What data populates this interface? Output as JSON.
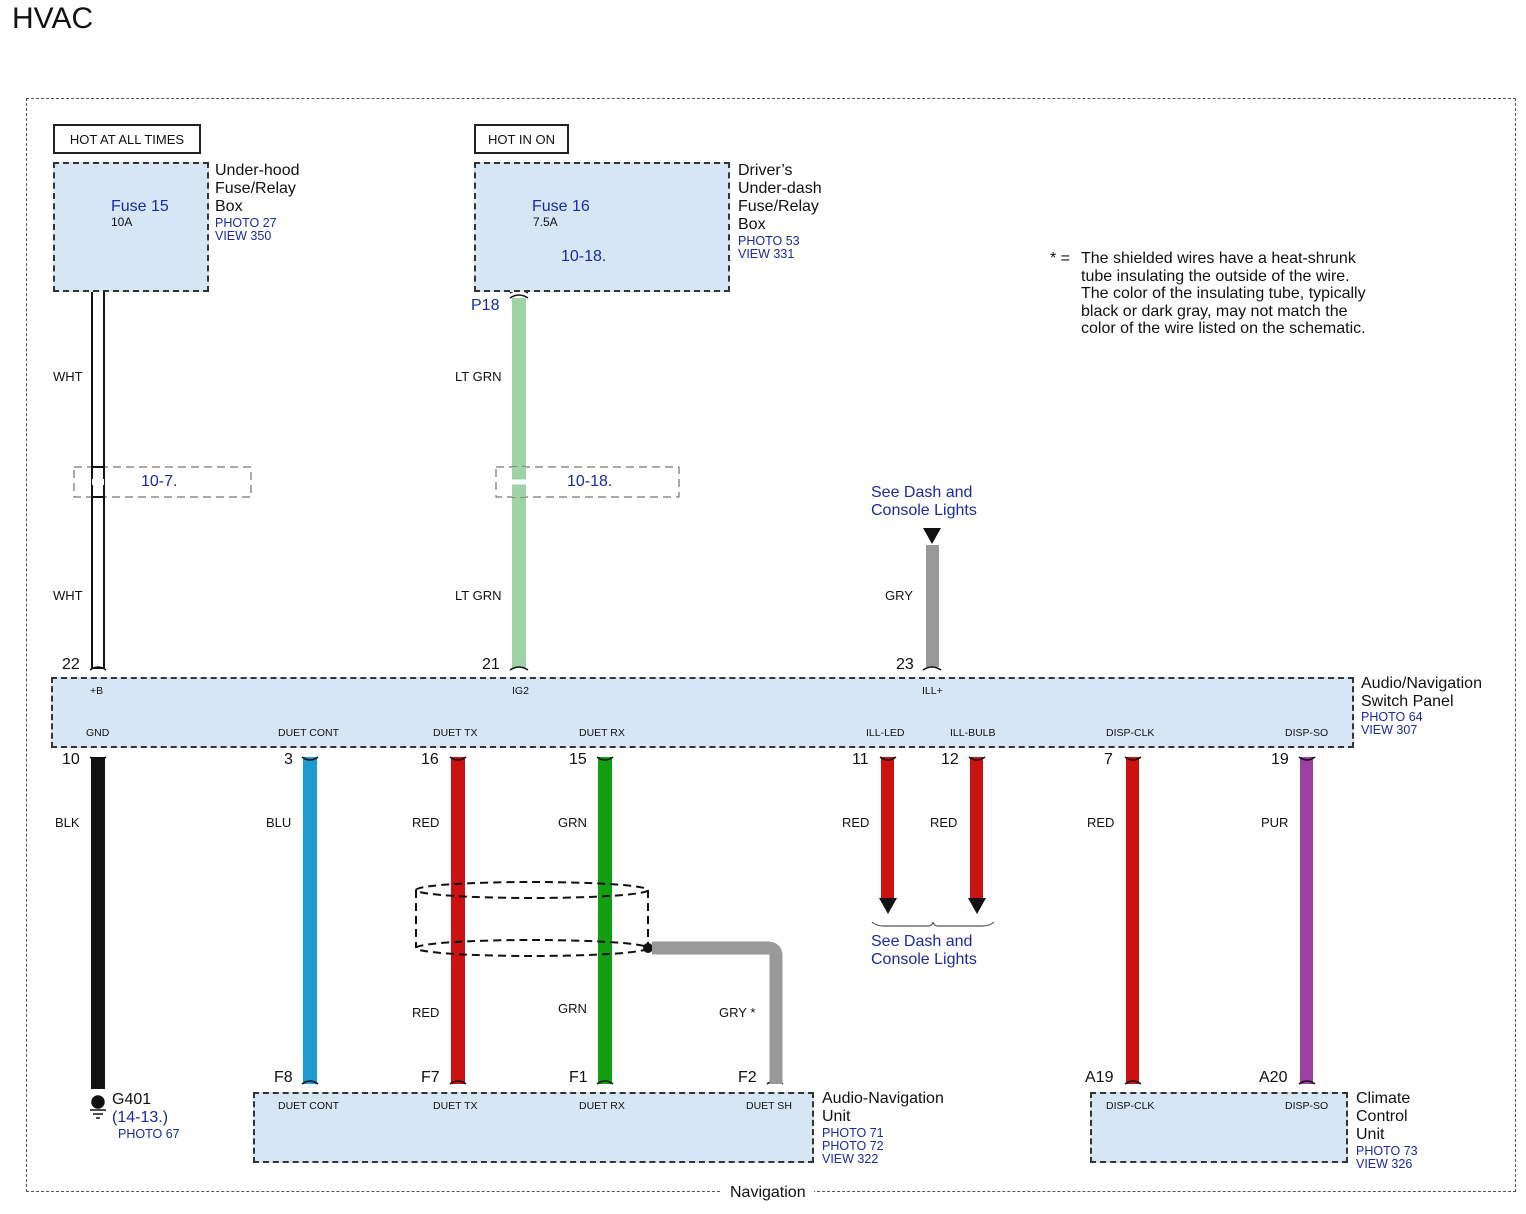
{
  "page_title": "HVAC",
  "footer": "Navigation",
  "note": {
    "mark": "* =",
    "lines": [
      "The shielded wires have a heat-shrunk",
      "tube insulating the outside of the wire.",
      "The color of the insulating tube, typically",
      "black or dark gray, may not match the",
      "color of the wire listed on the schematic."
    ]
  },
  "power": [
    {
      "hot_label": "HOT AT ALL TIMES",
      "fuse": "Fuse 15",
      "rating": "10A",
      "box_name": [
        "Under-hood",
        "Fuse/Relay",
        "Box"
      ],
      "refs": [
        "PHOTO 27",
        "VIEW 350"
      ]
    },
    {
      "hot_label": "HOT IN ON",
      "fuse": "Fuse 16",
      "rating": "7.5A",
      "box_name": [
        "Driver’s",
        "Under-dash",
        "Fuse/Relay",
        "Box"
      ],
      "refs": [
        "PHOTO 53",
        "VIEW 331"
      ],
      "branch_ref": "10-18.",
      "connector": "P18"
    }
  ],
  "splice_refs": [
    "10-7.",
    "10-18."
  ],
  "see_dash": [
    "See Dash and",
    "Console Lights"
  ],
  "switch_panel": {
    "name": [
      "Audio/Navigation",
      "Switch Panel"
    ],
    "refs": [
      "PHOTO 64",
      "VIEW 307"
    ],
    "top_terminals": [
      {
        "pin": "22",
        "term": "+B",
        "color": "WHT"
      },
      {
        "pin": "21",
        "term": "IG2",
        "color": "LT GRN"
      },
      {
        "pin": "23",
        "term": "ILL+",
        "color": "GRY"
      }
    ],
    "bottom_terminals": [
      {
        "pin": "10",
        "term": "GND",
        "color": "BLK"
      },
      {
        "pin": "3",
        "term": "DUET CONT",
        "color": "BLU"
      },
      {
        "pin": "16",
        "term": "DUET TX",
        "color": "RED"
      },
      {
        "pin": "15",
        "term": "DUET RX",
        "color": "GRN"
      },
      {
        "pin": "11",
        "term": "ILL-LED",
        "color": "RED"
      },
      {
        "pin": "12",
        "term": "ILL-BULB",
        "color": "RED"
      },
      {
        "pin": "7",
        "term": "DISP-CLK",
        "color": "RED"
      },
      {
        "pin": "19",
        "term": "DISP-SO",
        "color": "PUR"
      }
    ]
  },
  "ground": {
    "name": "G401",
    "ref": "(14-13.)",
    "photo": "PHOTO 67"
  },
  "lower_wire_colors": {
    "tx": "RED",
    "rx": "GRN",
    "shield": "GRY *"
  },
  "audio_nav_unit": {
    "name": [
      "Audio-Navigation",
      "Unit"
    ],
    "refs": [
      "PHOTO 71",
      "PHOTO 72",
      "VIEW 322"
    ],
    "terminals": [
      {
        "pin": "F8",
        "term": "DUET CONT"
      },
      {
        "pin": "F7",
        "term": "DUET TX"
      },
      {
        "pin": "F1",
        "term": "DUET RX"
      },
      {
        "pin": "F2",
        "term": "DUET SH"
      }
    ]
  },
  "climate_unit": {
    "name": [
      "Climate",
      "Control",
      "Unit"
    ],
    "refs": [
      "PHOTO 73",
      "VIEW 326"
    ],
    "terminals": [
      {
        "pin": "A19",
        "term": "DISP-CLK"
      },
      {
        "pin": "A20",
        "term": "DISP-SO"
      }
    ]
  },
  "colors": {
    "WHT": "#ffffff",
    "LT GRN": "#9fd3a5",
    "GRY": "#999999",
    "BLK": "#111111",
    "BLU": "#1e9bd0",
    "RED": "#cc1111",
    "GRN": "#12a012",
    "PUR": "#9b3fa0",
    "block": "#d6e6f5",
    "link": "#1a2aa0"
  }
}
